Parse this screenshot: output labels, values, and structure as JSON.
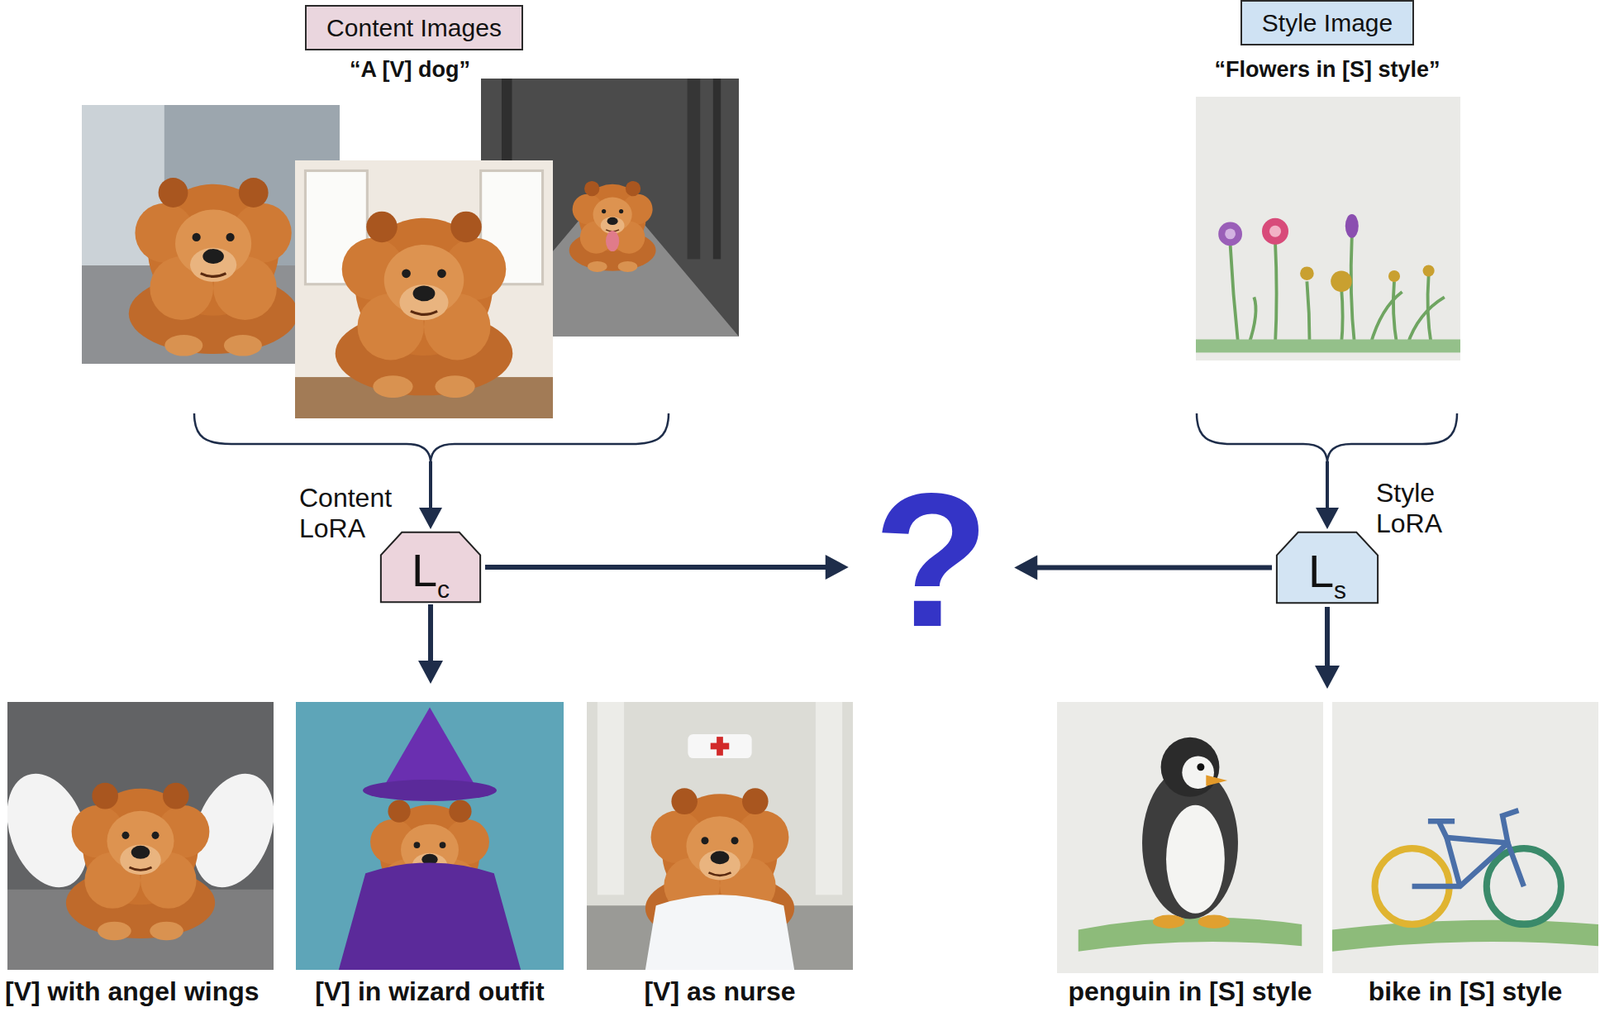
{
  "diagram": {
    "nodes": [
      {
        "text": [
          "Content Images"
        ]
      },
      {
        "text": [
          "Style Image"
        ]
      },
      {
        "text": [
          "Content LoRA",
          "L",
          "c"
        ]
      },
      {
        "text": [
          "?"
        ]
      },
      {
        "text": [
          "Style LoRA",
          "L",
          "s"
        ]
      }
    ],
    "edges": [
      {
        "from": 2,
        "to": 3,
        "arrow": "to"
      },
      {
        "from": 4,
        "to": 3,
        "arrow": "to"
      }
    ],
    "labels": [
      "“A [V] dog”",
      "“Flowers in [S] style”",
      "[V] with angel wings",
      "[V] in wizard outfit",
      "[V] as nurse",
      "penguin in [S] style",
      "bike in [S] style"
    ]
  }
}
